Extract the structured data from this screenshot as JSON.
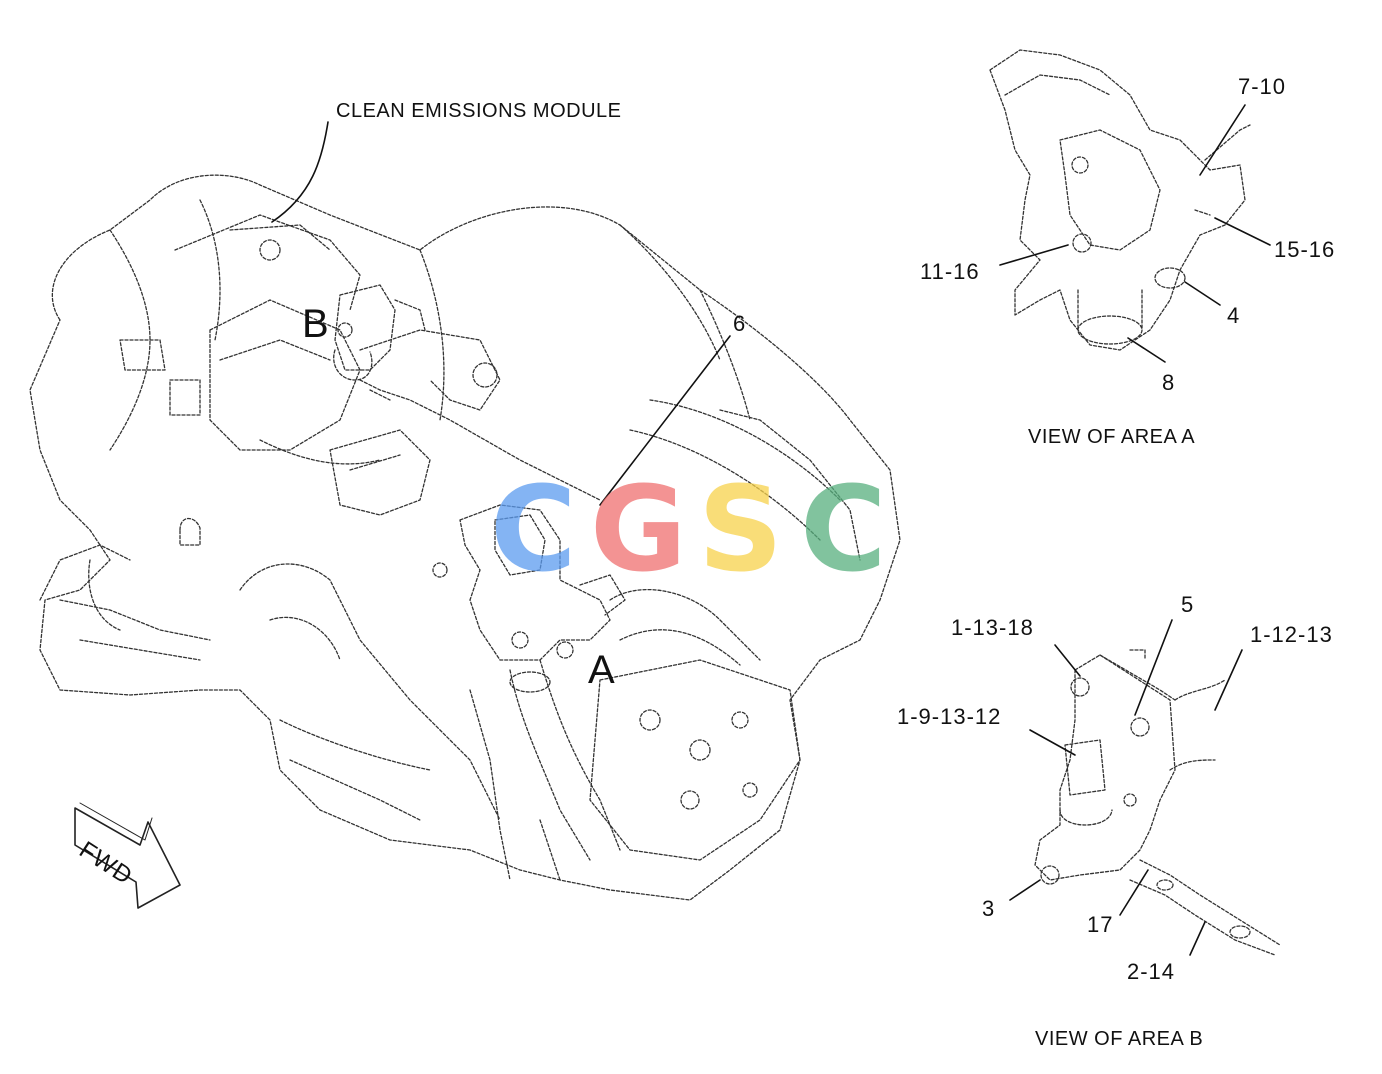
{
  "labels": {
    "clean_emissions_module": "CLEAN EMISSIONS MODULE",
    "area_a_marker": "A",
    "area_b_marker": "B",
    "fwd": "FWD",
    "view_area_a": "VIEW OF AREA A",
    "view_area_b": "VIEW OF AREA B"
  },
  "callouts": {
    "c6": "6",
    "c7_10": "7-10",
    "c15_16": "15-16",
    "c11_16": "11-16",
    "c4": "4",
    "c8": "8",
    "c5": "5",
    "c1_13_18": "1-13-18",
    "c1_12_13": "1-12-13",
    "c1_9_13_12": "1-9-13-12",
    "c3": "3",
    "c17": "17",
    "c2_14": "2-14"
  },
  "watermark": {
    "letters": [
      {
        "text": "C",
        "color": "#5b9bf0"
      },
      {
        "text": "G",
        "color": "#ef6f6f"
      },
      {
        "text": "S",
        "color": "#f7d24b"
      },
      {
        "text": "C",
        "color": "#57b07e"
      }
    ]
  },
  "colors": {
    "line": "#333333",
    "background": "#ffffff"
  }
}
